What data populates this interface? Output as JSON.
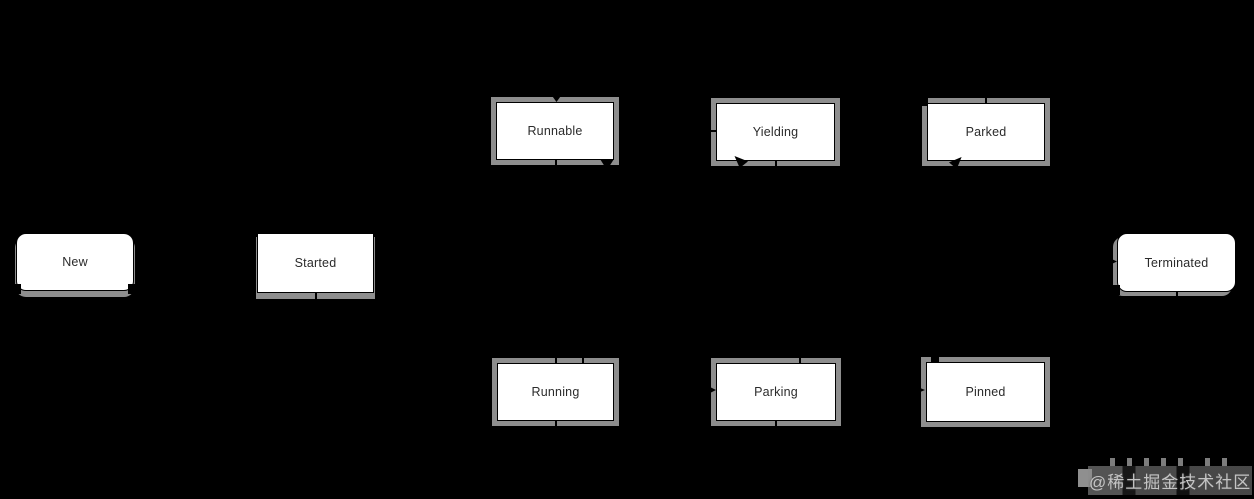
{
  "diagram": {
    "nodes": [
      {
        "id": "new",
        "label": "New",
        "shape": "rounded"
      },
      {
        "id": "started",
        "label": "Started",
        "shape": "rect"
      },
      {
        "id": "runnable",
        "label": "Runnable",
        "shape": "rect"
      },
      {
        "id": "yielding",
        "label": "Yielding",
        "shape": "rect"
      },
      {
        "id": "parked",
        "label": "Parked",
        "shape": "rect"
      },
      {
        "id": "running",
        "label": "Running",
        "shape": "rect"
      },
      {
        "id": "parking",
        "label": "Parking",
        "shape": "rect"
      },
      {
        "id": "pinned",
        "label": "Pinned",
        "shape": "rect"
      },
      {
        "id": "terminated",
        "label": "Terminated",
        "shape": "rounded"
      }
    ]
  },
  "watermark": {
    "text": "@稀土掘金技术社区"
  },
  "colors": {
    "background": "#000000",
    "node_fill": "#ffffff",
    "node_border": "#000000",
    "node_frame_gray": "#8e8e8e",
    "node_text": "#2b2b2b",
    "watermark_text": "#c4c4c4"
  }
}
